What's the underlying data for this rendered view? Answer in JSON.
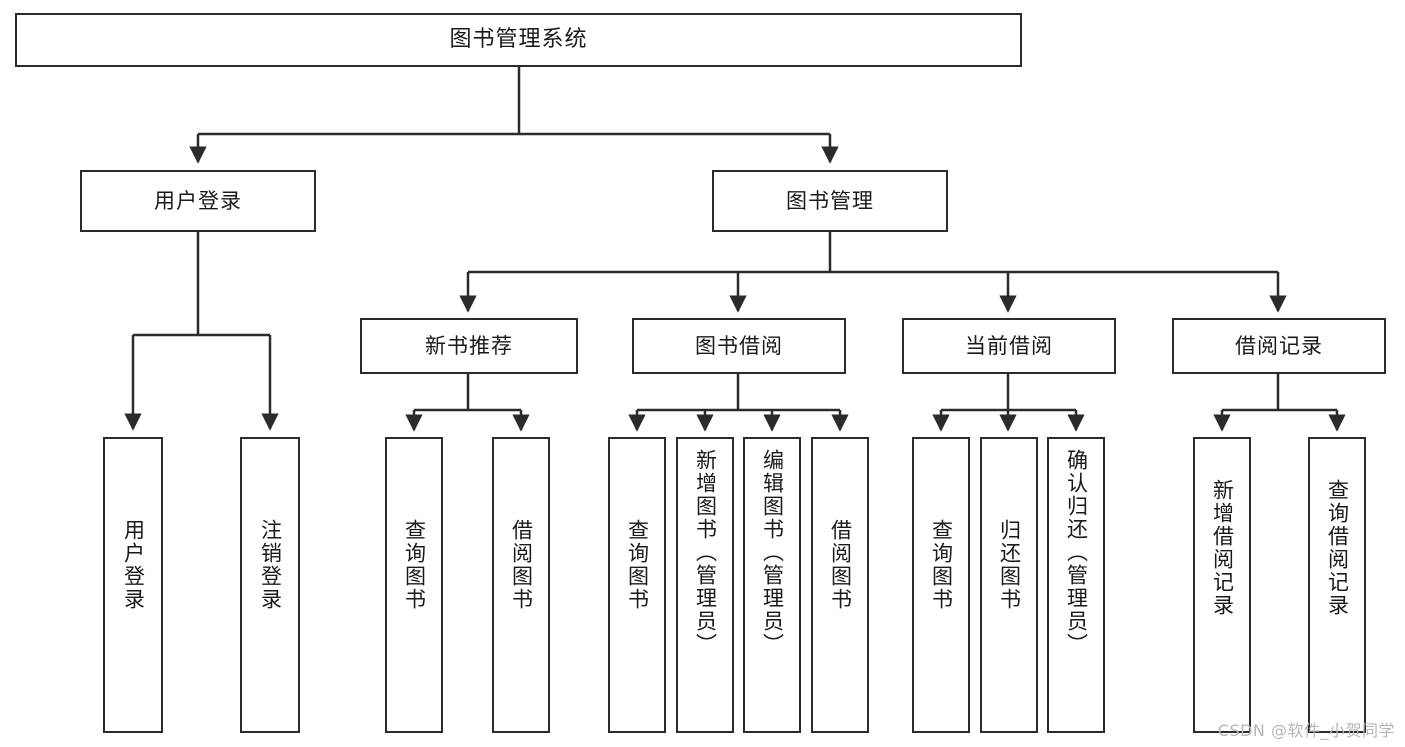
{
  "diagram": {
    "title": "图书管理系统",
    "watermark": "CSDN @软件_小贺同学",
    "colors": {
      "stroke": "#2b2b2b",
      "fill": "#ffffff",
      "text": "#1a1a1a",
      "watermark": "#b6b6b6"
    },
    "nodes": {
      "root": {
        "label": "图书管理系统"
      },
      "level2": [
        {
          "label": "用户登录"
        },
        {
          "label": "图书管理"
        }
      ],
      "level3": [
        {
          "label": "新书推荐"
        },
        {
          "label": "图书借阅"
        },
        {
          "label": "当前借阅"
        },
        {
          "label": "借阅记录"
        }
      ],
      "leaves": {
        "user_login": [
          {
            "label": "用户登录"
          },
          {
            "label": "注销登录"
          }
        ],
        "new_book_recommend": [
          {
            "label": "查询图书"
          },
          {
            "label": "借阅图书"
          }
        ],
        "book_borrow": [
          {
            "label": "查询图书"
          },
          {
            "label": "新增图书（管理员）"
          },
          {
            "label": "编辑图书（管理员）"
          },
          {
            "label": "借阅图书"
          }
        ],
        "current_borrow": [
          {
            "label": "查询图书"
          },
          {
            "label": "归还图书"
          },
          {
            "label": "确认归还（管理员）"
          }
        ],
        "borrow_record": [
          {
            "label": "新增借阅记录"
          },
          {
            "label": "查询借阅记录"
          }
        ]
      }
    }
  }
}
